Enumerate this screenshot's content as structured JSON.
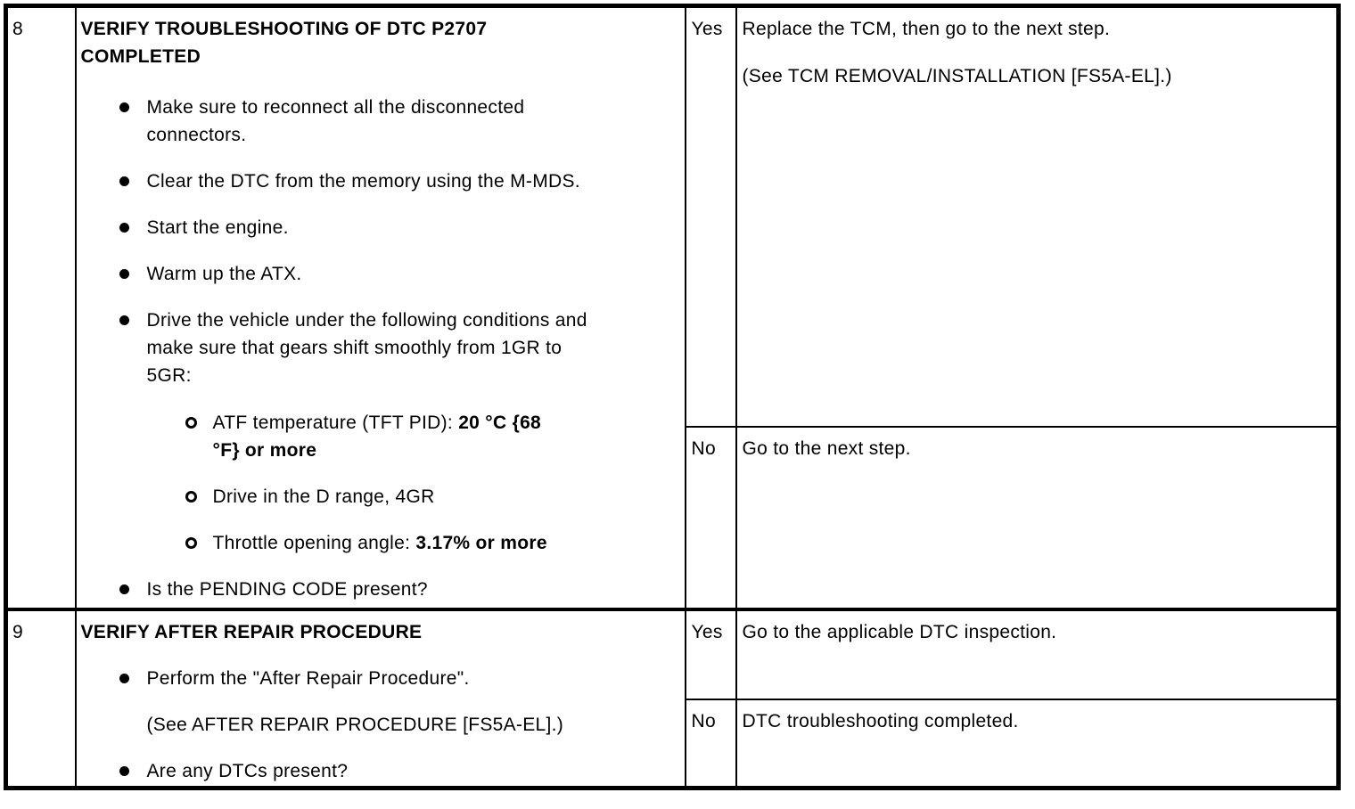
{
  "colors": {
    "text": "#000000",
    "border": "#000000",
    "background": "#ffffff"
  },
  "icons": {
    "filled_bullet": "filled-circle",
    "hollow_bullet": "hollow-circle"
  },
  "rows": [
    {
      "step": "8",
      "title": "VERIFY TROUBLESHOOTING OF DTC P2707 COMPLETED",
      "bullets": [
        {
          "text": "Make sure to reconnect all the disconnected connectors."
        },
        {
          "text": "Clear the DTC from the memory using the M-MDS."
        },
        {
          "text": "Start the engine."
        },
        {
          "text": "Warm up the ATX."
        },
        {
          "text": "Drive the vehicle under the following conditions and make sure that gears shift smoothly from 1GR to 5GR:"
        },
        {
          "text": "ATF temperature (TFT PID): ",
          "bold": "20 °C {68 °F} or more"
        },
        {
          "text": "Drive in the D range, 4GR"
        },
        {
          "text": "Throttle opening angle: ",
          "bold": "3.17% or more"
        },
        {
          "text": "Is the PENDING CODE present?"
        }
      ],
      "outcomes": [
        {
          "answer": "Yes",
          "lines": [
            "Replace the TCM, then go to the next step.",
            "(See TCM REMOVAL/INSTALLATION [FS5A-EL].)"
          ]
        },
        {
          "answer": "No",
          "lines": [
            "Go to the next step."
          ]
        }
      ]
    },
    {
      "step": "9",
      "title": "VERIFY AFTER REPAIR PROCEDURE",
      "bullets": [
        {
          "text": "Perform the \"After Repair Procedure\"."
        },
        {
          "text": "(See AFTER REPAIR PROCEDURE [FS5A-EL].)"
        },
        {
          "text": "Are any DTCs present?"
        }
      ],
      "outcomes": [
        {
          "answer": "Yes",
          "lines": [
            "Go to the applicable DTC inspection."
          ]
        },
        {
          "answer": "No",
          "lines": [
            "DTC troubleshooting completed."
          ]
        }
      ]
    }
  ]
}
